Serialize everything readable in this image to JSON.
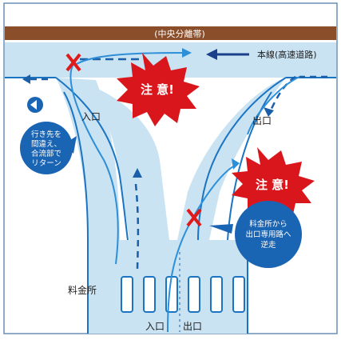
{
  "colors": {
    "road": "#c9e3f3",
    "road_edge": "#1b74c2",
    "median": "#8a4e2b",
    "dash": "#1b5fa8",
    "path": "#2d8fd8",
    "danger_fill": "#d9161b",
    "danger_text": "#ffffff",
    "cross": "#e01a1a",
    "callout": "#1a64b4",
    "callout_text": "#ffffff",
    "label": "#222222",
    "booth": "#ffffff"
  },
  "median_label": "(中央分離帯)",
  "mainline_label": "本線(高速道路)",
  "caution_top": "注 意!",
  "caution_right": "注 意!",
  "entrance_label": "入口",
  "exit_label": "出口",
  "tollgate_label": "料金所",
  "bottom_entrance": "入口",
  "bottom_exit": "出口",
  "callout_left": [
    "行き先を",
    "間違え、",
    "合流部で",
    "リターン"
  ],
  "callout_right": [
    "料金所から",
    "出口専用路へ",
    "逆走"
  ],
  "icons": [
    "arrow-left-icon",
    "cross-mark-icon",
    "caution-burst-icon"
  ]
}
